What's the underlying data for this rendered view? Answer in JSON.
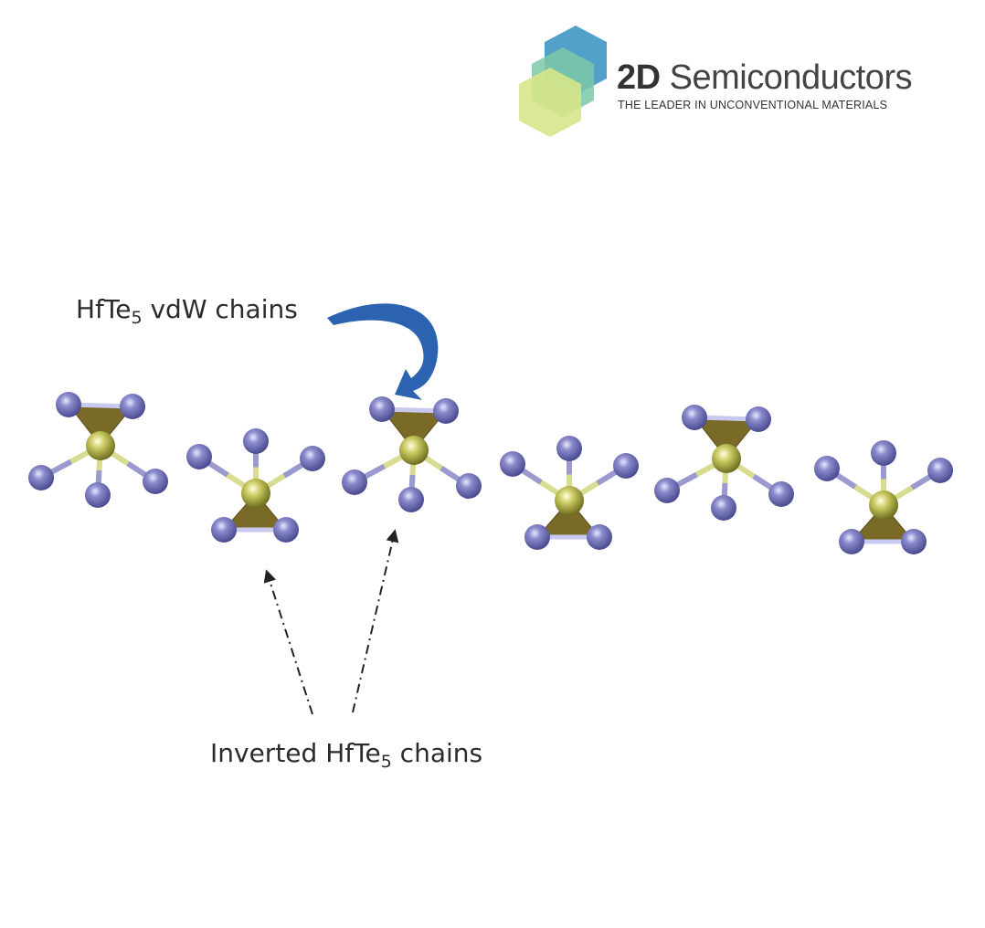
{
  "logo": {
    "brand_bold": "2D",
    "brand_rest": " Semiconductors",
    "tagline": "THE LEADER IN UNCONVENTIONAL MATERIALS",
    "colors": [
      "#4a9cc8",
      "#7dc8a8",
      "#d7e58a"
    ]
  },
  "labels": {
    "vdw": {
      "pre": "HfTe",
      "sub": "5",
      "post": " vdW chains"
    },
    "inverted": {
      "pre": "Inverted HfTe",
      "sub": "5",
      "post": " chains"
    }
  },
  "structure": {
    "units": [
      "up",
      "down",
      "up",
      "down",
      "up",
      "down"
    ],
    "colors": {
      "te": "#7070b8",
      "hf": "#c8c860",
      "polyhedron": "#7a6a28",
      "arrow": "#2c63b0"
    }
  }
}
